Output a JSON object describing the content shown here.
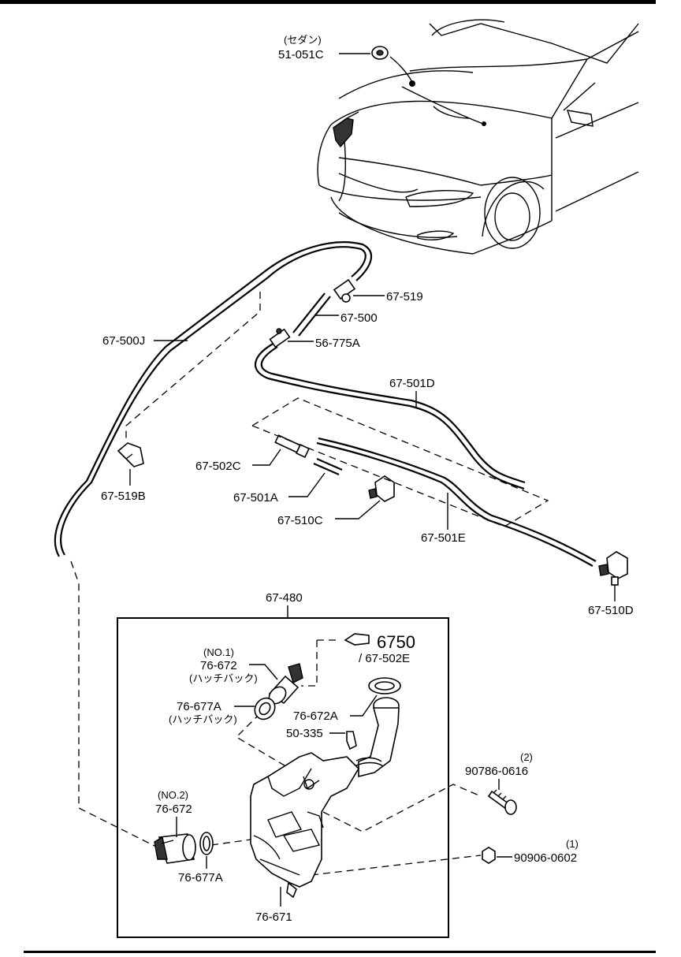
{
  "labels": {
    "sedan_note": "(セダン)",
    "p51_051C": "51-051C",
    "p67_519": "67-519",
    "p67_500": "67-500",
    "p56_775A": "56-775A",
    "p67_500J": "67-500J",
    "p67_501D": "67-501D",
    "p67_502C": "67-502C",
    "p67_519B": "67-519B",
    "p67_501A": "67-501A",
    "p67_510C": "67-510C",
    "p67_501E": "67-501E",
    "p67_510D": "67-510D",
    "p67_480": "67-480",
    "no1": "(NO.1)",
    "p76_672_a": "76-672",
    "hatchback_a": "(ハッチバック)",
    "ref_6750": "6750",
    "p67_502E": "/ 67-502E",
    "p76_677A_a": "76-677A",
    "hatchback_b": "(ハッチバック)",
    "p76_672A": "76-672A",
    "p50_335": "50-335",
    "qty_2": "(2)",
    "p90786_0616": "90786-0616",
    "no2": "(NO.2)",
    "p76_672_b": "76-672",
    "qty_1": "(1)",
    "p90906_0602": "90906-0602",
    "p76_677A_b": "76-677A",
    "p76_671": "76-671"
  }
}
